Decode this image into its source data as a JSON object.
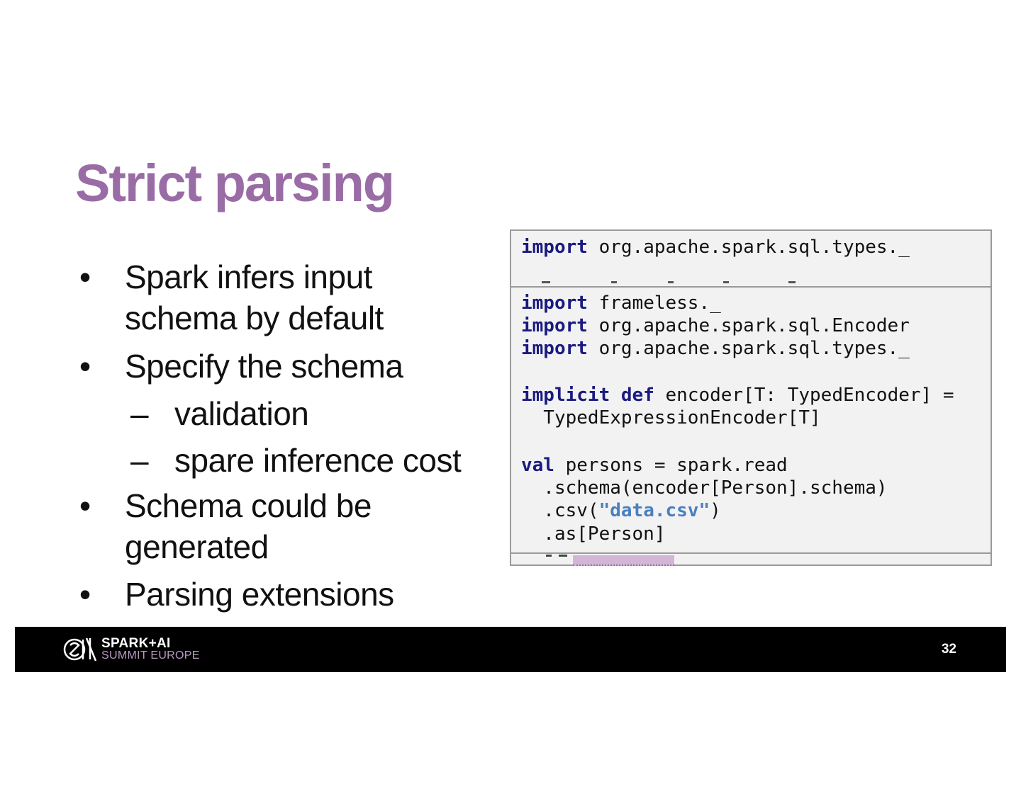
{
  "slide": {
    "title": "Strict parsing"
  },
  "bullets": [
    {
      "marker": "•",
      "lines": [
        "Spark infers input",
        "schema by default"
      ]
    },
    {
      "marker": "•",
      "lines": [
        "Specify the schema"
      ]
    },
    {
      "marker": "–",
      "lines": [
        "validation"
      ]
    },
    {
      "marker": "–",
      "lines": [
        "spare inference cost"
      ]
    },
    {
      "marker": "•",
      "lines": [
        "Schema could be",
        "generated"
      ]
    },
    {
      "marker": "•",
      "lines": [
        "Parsing extensions"
      ]
    }
  ],
  "code_back": {
    "line1_kw": "import",
    "line1_rest": " org.apache.spark.sql.types._"
  },
  "code_front": {
    "l1_kw": "import",
    "l1_rest": " frameless._",
    "l2_kw": "import",
    "l2_rest": " org.apache.spark.sql.Encoder",
    "l3_kw": "import",
    "l3_rest": " org.apache.spark.sql.types._",
    "l4_kw1": "implicit",
    "l4_kw2": "def",
    "l4_rest": " encoder[T: TypedEncoder] =",
    "l5": "  TypedExpressionEncoder[T]",
    "l6_kw": "val",
    "l6_rest": " persons = spark.read",
    "l7": "  .schema(encoder[Person].schema)",
    "l8_pre": "  .csv(",
    "l8_str": "\"data.csv\"",
    "l8_post": ")",
    "l9": "  .as[Person]"
  },
  "footer": {
    "brand_line1": "SPARK+AI",
    "brand_line2": "SUMMIT EUROPE",
    "page_number": "32"
  },
  "colors": {
    "title": "#9a6ca6",
    "keyword": "#1a1a80",
    "string": "#4a7fbf",
    "footer_bg": "#000000",
    "code_bg": "#f2f2f2"
  }
}
